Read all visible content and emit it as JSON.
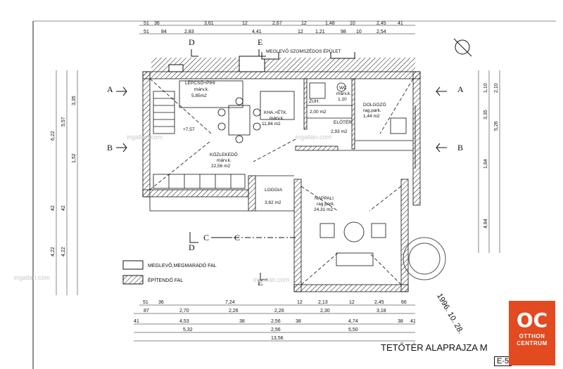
{
  "neighbor_label": "MEGLEVŐ SZOMSZÉDOS ÉPÜLET",
  "rooms": [
    {
      "name": "LÉPCSŐ+PIHI",
      "sub": "márv.k.",
      "area": "5,85m2"
    },
    {
      "name": "KHA.+ÉTK.",
      "sub": "márv.k.",
      "area": "11,84 m2"
    },
    {
      "name": "ZUH.",
      "sub": "",
      "area": "2,00 m2"
    },
    {
      "name": "WC",
      "sub": "márv.k.",
      "area": "1,10"
    },
    {
      "name": "DOLGOZÓ",
      "sub": "rag.park.",
      "area": "1,44 m2"
    },
    {
      "name": "ELŐTÉR",
      "sub": "",
      "area": "2,93 m2"
    },
    {
      "name": "KÖZLEKEDŐ",
      "sub": "márv.k.",
      "area": "22,56 m2"
    },
    {
      "name": "LOGGIA",
      "sub": "",
      "area": "3,62 m2"
    },
    {
      "name": "NAPPALI",
      "sub": "rag.park.",
      "area": "24,31 m2"
    }
  ],
  "level_mark": "+7,57",
  "top_dims": {
    "row1": [
      "51",
      "36",
      "3,61",
      "12",
      "2,67",
      "12",
      "1,48",
      "10",
      "2,45",
      "41"
    ],
    "row2": [
      "51",
      "84",
      "2,83",
      "4,41",
      "12",
      "1,21",
      "98",
      "10",
      "2,54"
    ]
  },
  "bottom_dims": {
    "row1": [
      "51",
      "36",
      "7,24",
      "12",
      "2,13",
      "12",
      "2,45",
      "66"
    ],
    "row2": [
      "87",
      "2,70",
      "2,26",
      "2,26",
      "2,30",
      "3,18"
    ],
    "row3": [
      "41",
      "4,53",
      "38",
      "2,56",
      "38",
      "4,74",
      "38",
      "41"
    ],
    "row4": [
      "5,32",
      "2,56",
      "5,50"
    ],
    "row5": [
      "13,56"
    ]
  },
  "left_dims": [
    "6,22",
    "5,57",
    "3,35",
    "1,52",
    "42",
    "42",
    "4,22",
    "4,22"
  ],
  "right_dims": [
    "1,10",
    "2,10",
    "3,35",
    "5,26",
    "1,84",
    "4,84"
  ],
  "section_labels": [
    "A",
    "A",
    "B",
    "B",
    "C",
    "C",
    "D",
    "D",
    "E",
    "E"
  ],
  "legend": {
    "existing": "MEGLEVŐ,MEGMARADÓ FAL",
    "new": "ÉPÍTENDŐ FAL"
  },
  "stamp_date": "1996. 10. 28.",
  "title": "TETŐTÉR ALAPRAJZA M",
  "sheet_no": "E-5",
  "watermark": "ingatlan.com",
  "logo": {
    "mark": "OC",
    "line1": "OTTHON",
    "line2": "CENTRUM"
  },
  "colors": {
    "logo_bg": "#e24a1f",
    "ink": "#111111"
  }
}
